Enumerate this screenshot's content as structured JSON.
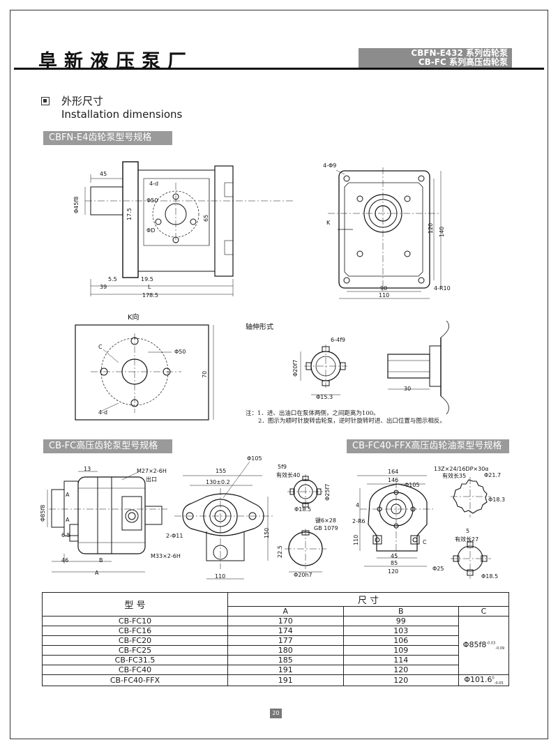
{
  "header": {
    "company": "阜新液压泵厂",
    "series_line1": "CBFN-E432 系列齿轮泵",
    "series_line2": "CB-FC 系列高压齿轮泵"
  },
  "section": {
    "title_cn": "外形尺寸",
    "title_en": "Installation dimensions"
  },
  "bars": {
    "bar1": "CBFN-E4齿轮泵型号规格",
    "bar2": "CB-FC高压齿轮泵型号规格",
    "bar3": "CB-FC40-FFX高压齿轮油泵型号规格"
  },
  "drawing1": {
    "d45": "45",
    "d45f8": "Φ45f8",
    "d4d": "4-d",
    "d50": "Φ50",
    "d175": "17.5",
    "dD": "ΦD",
    "d65": "65",
    "d55": "5.5",
    "d195": "19.5",
    "d39": "39",
    "dL": "L",
    "d1785": "178.5"
  },
  "drawing2": {
    "d4phi9": "4-Φ9",
    "dK": "K",
    "d120": "120",
    "d140": "140",
    "d90": "90",
    "d110": "110",
    "d4r10": "4-R10"
  },
  "kview": {
    "title": "K向",
    "dC": "C",
    "d50": "Φ50",
    "d70": "70",
    "d4d": "4-d"
  },
  "shaft": {
    "title": "轴伸形式",
    "d64f9": "6-4f9",
    "d20f7": "Φ20f7",
    "d153": "Φ15.3",
    "d30": "30"
  },
  "note": {
    "line1": "注：1．进、出油口在泵体两侧，之间距离为100。",
    "line2": "2．图示为顺时针旋转齿轮泵，逆时针旋转时进、出口位置与图示相反。"
  },
  "fc": {
    "d13": "13",
    "dM27": "M27×2-6H",
    "outlet": "出口",
    "dphi85": "Φ85f8",
    "dA1": "A",
    "dA2": "A",
    "d65": "6.5",
    "d46": "46",
    "dB": "B",
    "dA": "A",
    "d155": "155",
    "d105": "Φ105",
    "d130": "130±0.2",
    "d2phi11": "2-Φ11",
    "dM33": "M33×2-6H",
    "d150": "150",
    "d110": "110",
    "d5f9": "5f9",
    "eff40": "有效长40",
    "d185": "Φ18.5",
    "d25f7": "Φ25f7",
    "key": "键6×28",
    "gb": "GB 1079",
    "d225": "22.5",
    "d20h7": "Φ20h7"
  },
  "ffx": {
    "d164": "164",
    "d146": "146",
    "d105": "Φ105",
    "d4": "4",
    "d2r6": "2-R6",
    "d110": "110",
    "d45": "45",
    "d85": "85",
    "d120": "120",
    "dC": "C",
    "spline": "13Z×24/16DP×30α",
    "eff35": "有效长35",
    "d217": "Φ21.7",
    "d183": "Φ18.3",
    "d5": "5",
    "eff27": "有效长27",
    "d25": "Φ25",
    "d185": "Φ18.5"
  },
  "table": {
    "col_model": "型 号",
    "col_dims": "尺 寸",
    "col_a": "A",
    "col_b": "B",
    "col_c": "C",
    "rows": [
      {
        "model": "CB-FC10",
        "a": "170",
        "b": "99"
      },
      {
        "model": "CB-FC16",
        "a": "174",
        "b": "103"
      },
      {
        "model": "CB-FC20",
        "a": "177",
        "b": "106"
      },
      {
        "model": "CB-FC25",
        "a": "180",
        "b": "109"
      },
      {
        "model": "CB-FC31.5",
        "a": "185",
        "b": "114"
      },
      {
        "model": "CB-FC40",
        "a": "191",
        "b": "120"
      },
      {
        "model": "CB-FC40-FFX",
        "a": "191",
        "b": "120"
      }
    ],
    "c_merged": "Φ85f8",
    "c_last": "Φ101.6"
  },
  "page_number": "20"
}
